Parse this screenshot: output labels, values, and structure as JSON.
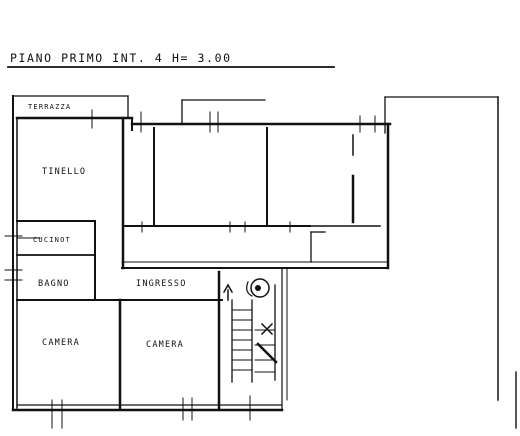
{
  "title": "PIANO PRIMO INT. 4 H= 3.00",
  "rooms": {
    "terrazza": "TERRAZZA",
    "tinello": "TINELLO",
    "cucinotto": "CUCINOT",
    "bagno": "BAGNO",
    "ingresso": "INGRESSO",
    "camera_left": "CAMERA",
    "camera_right": "CAMERA"
  },
  "colors": {
    "ink": "#111111",
    "paper": "#ffffff"
  }
}
